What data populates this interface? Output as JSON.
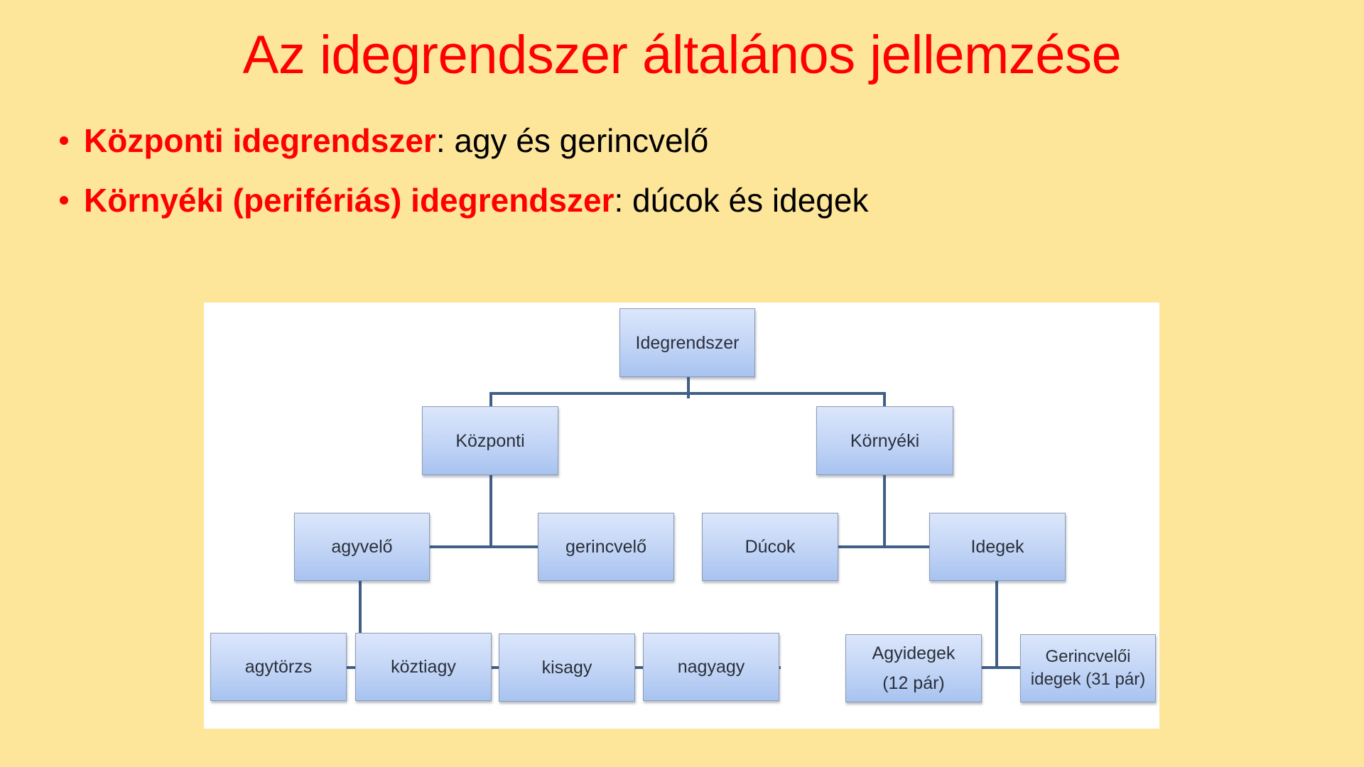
{
  "slide": {
    "title": "Az idegrendszer általános jellemzése",
    "bullets": [
      {
        "term": "Központi idegrendszer",
        "separator": ":",
        "description": " agy és gerincvelő"
      },
      {
        "term": "Környéki (perifériás) idegrendszer",
        "separator": ":",
        "description": " dúcok és idegek"
      }
    ],
    "colors": {
      "background": "#fde59a",
      "accent": "#ff0000",
      "node_fill": "#c4d6f6",
      "connector": "#3f5f86"
    }
  },
  "diagram": {
    "root": "Idegrendszer",
    "level1": {
      "central": "Központi",
      "peripheral": "Környéki"
    },
    "level2": {
      "brain": "agyvelő",
      "spinal_cord": "gerincvelő",
      "ganglia": "Dúcok",
      "nerves": "Idegek"
    },
    "level3": {
      "brainstem": "agytörzs",
      "diencephalon": "köztiagy",
      "cerebellum": "kisagy",
      "cerebrum": "nagyagy",
      "cranial_nerves_line1": "Agyidegek",
      "cranial_nerves_line2": "(12 pár)",
      "spinal_nerves_line1": "Gerincvelői",
      "spinal_nerves_line2": "idegek (31 pár)"
    }
  }
}
